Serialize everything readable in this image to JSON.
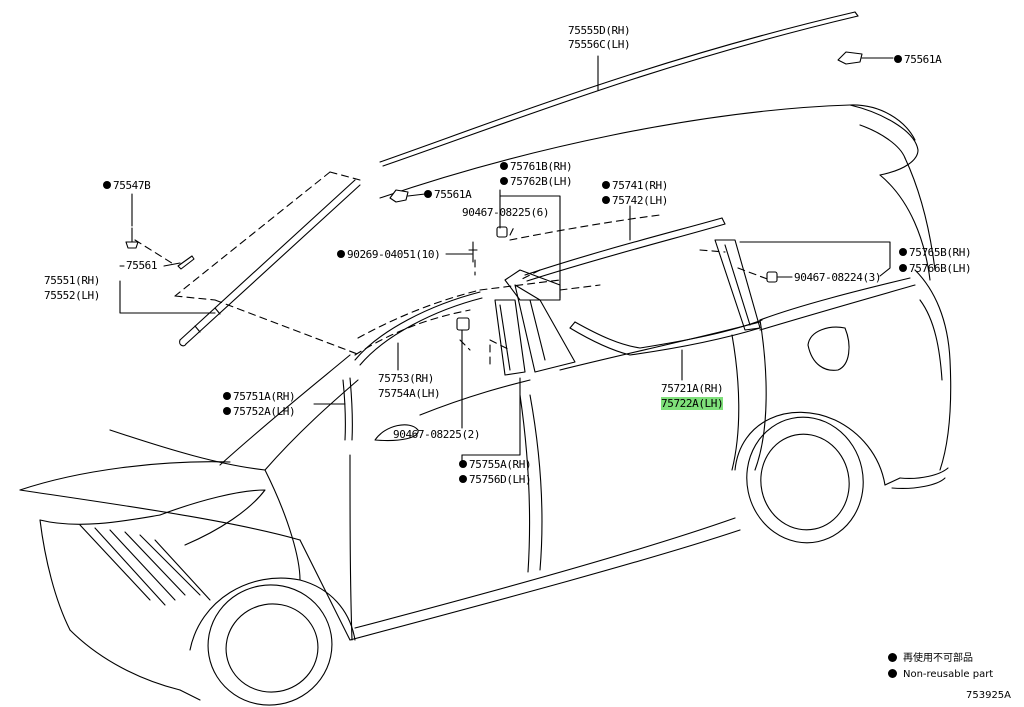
{
  "parts": {
    "roof_molding_rh": "75555D(RH)",
    "roof_molding_lh": "75556C(LH)",
    "clip_75561A_top": "75561A",
    "clip_75561A_mid": "75561A",
    "clip_75547B": "75547B",
    "part_75561": "75561",
    "pillar_rh": "75551(RH)",
    "pillar_lh": "75552(LH)",
    "part_75761B": "75761B(RH)",
    "part_75762B": "75762B(LH)",
    "screw_6": "90467-08225(6)",
    "part_75741": "75741(RH)",
    "part_75742": "75742(LH)",
    "bolt_90269": "90269-04051(10)",
    "part_75765B": "75765B(RH)",
    "part_75766B": "75766B(LH)",
    "screw_3": "90467-08224(3)",
    "part_75753": "75753(RH)",
    "part_75754A": "75754A(LH)",
    "part_75751A": "75751A(RH)",
    "part_75752A": "75752A(LH)",
    "part_75721A": "75721A(RH)",
    "part_75722A": "75722A(LH)",
    "screw_2": "90467-08225(2)",
    "part_75755A": "75755A(RH)",
    "part_75756D": "75756D(LH)"
  },
  "legend": {
    "jp": "再使用不可部品",
    "en": "Non-reusable part"
  },
  "ref_number": "753925A",
  "colors": {
    "line": "#000000",
    "highlight": "#7fe07a"
  }
}
